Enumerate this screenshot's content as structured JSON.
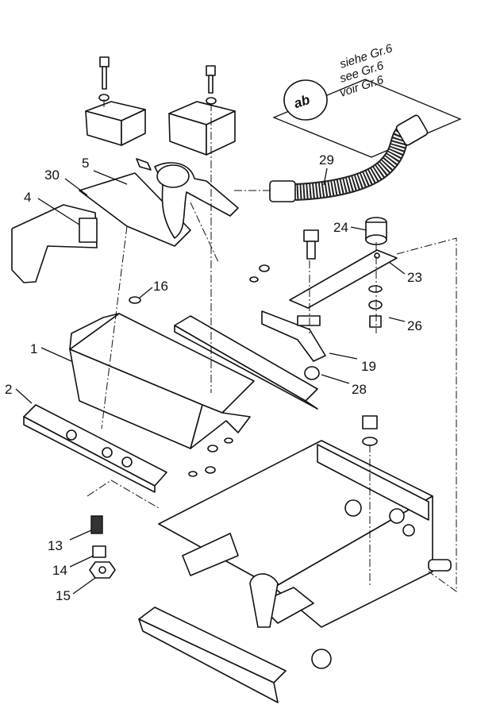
{
  "reference_box": {
    "symbol": "ab",
    "lines": [
      "siehe Gr.6",
      "see Gr.6",
      "voir Gr.6"
    ]
  },
  "callouts": [
    {
      "id": "c29",
      "label": "29"
    },
    {
      "id": "c5",
      "label": "5"
    },
    {
      "id": "c30",
      "label": "30"
    },
    {
      "id": "c4",
      "label": "4"
    },
    {
      "id": "c24",
      "label": "24"
    },
    {
      "id": "c23",
      "label": "23"
    },
    {
      "id": "c16",
      "label": "16"
    },
    {
      "id": "c26",
      "label": "26"
    },
    {
      "id": "c1",
      "label": "1"
    },
    {
      "id": "c19",
      "label": "19"
    },
    {
      "id": "c28",
      "label": "28"
    },
    {
      "id": "c2",
      "label": "2"
    },
    {
      "id": "c13",
      "label": "13"
    },
    {
      "id": "c14",
      "label": "14"
    },
    {
      "id": "c15",
      "label": "15"
    }
  ],
  "colors": {
    "ink": "#111111",
    "paper": "#ffffff"
  }
}
